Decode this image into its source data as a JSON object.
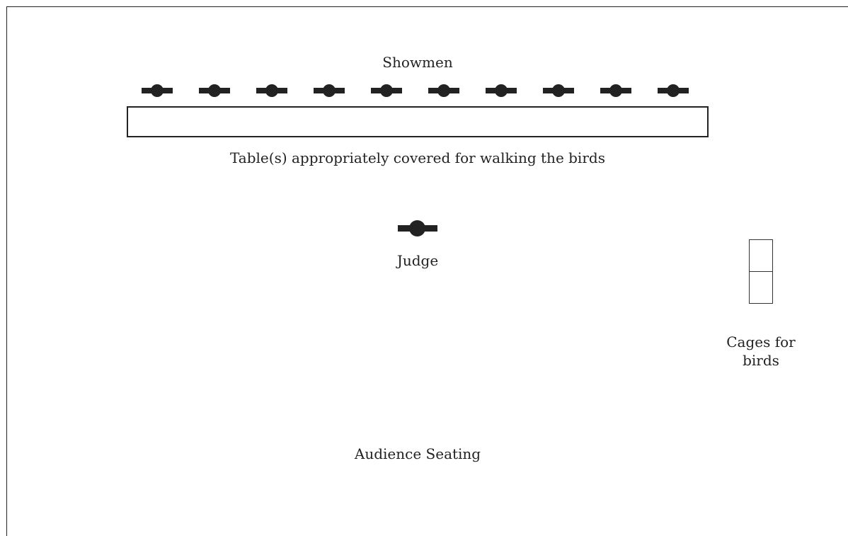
{
  "diagram": {
    "showmen_label": "Showmen",
    "table_label": "Table(s) appropriately covered for walking the birds",
    "judge_label": "Judge",
    "cages_label": "Cages for birds",
    "audience_label": "Audience Seating",
    "showmen_count": 10,
    "cage_count": 2,
    "figure_color": "#222222"
  }
}
